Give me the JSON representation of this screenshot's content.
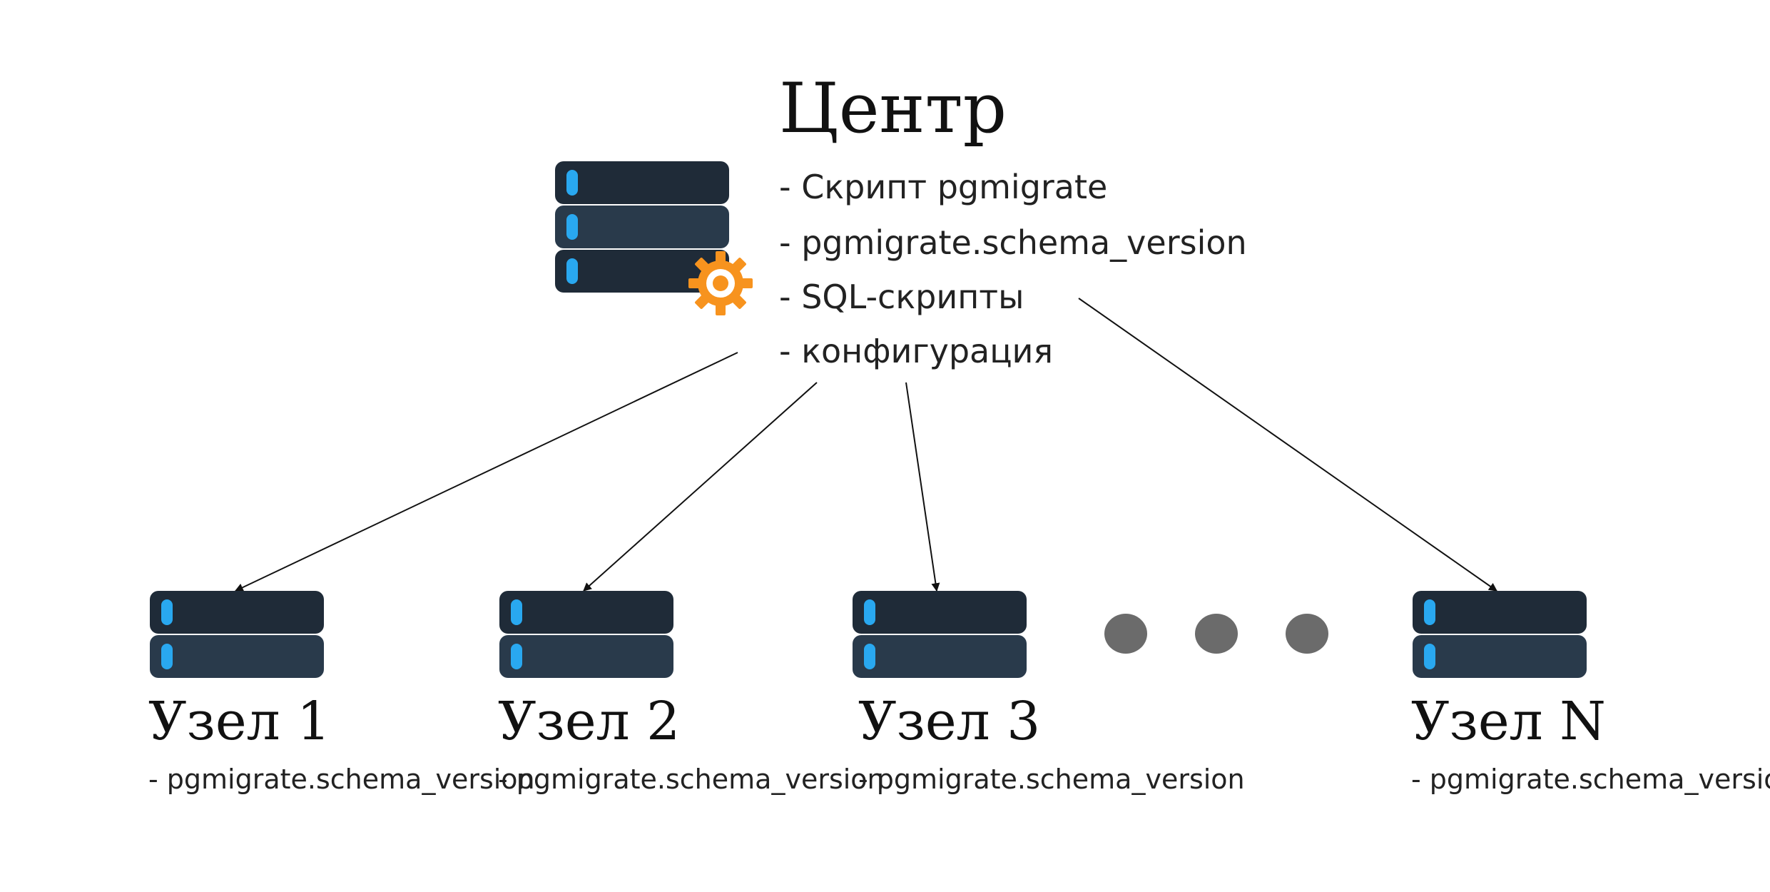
{
  "center": {
    "title": "Центр",
    "items": [
      "- Скрипт pgmigrate",
      "- pgmigrate.schema_version",
      "- SQL-скрипты",
      "- конфигурация"
    ]
  },
  "nodes": [
    {
      "title": "Узел 1",
      "detail": "- pgmigrate.schema_version"
    },
    {
      "title": "Узел 2",
      "detail": "- pgmigrate.schema_version"
    },
    {
      "title": "Узел 3",
      "detail": "- pgmigrate.schema_version"
    },
    {
      "title": "Узел N",
      "detail": "- pgmigrate.schema_version"
    }
  ],
  "icons": {
    "server": "server-stack-icon",
    "gear": "gear-icon",
    "ellipsis": "ellipsis-dots"
  },
  "colors": {
    "server_dark": "#1f2b38",
    "server_mid": "#293a4b",
    "indicator": "#29a8f0",
    "gear": "#f7931e",
    "dots": "#6b6b6b"
  }
}
